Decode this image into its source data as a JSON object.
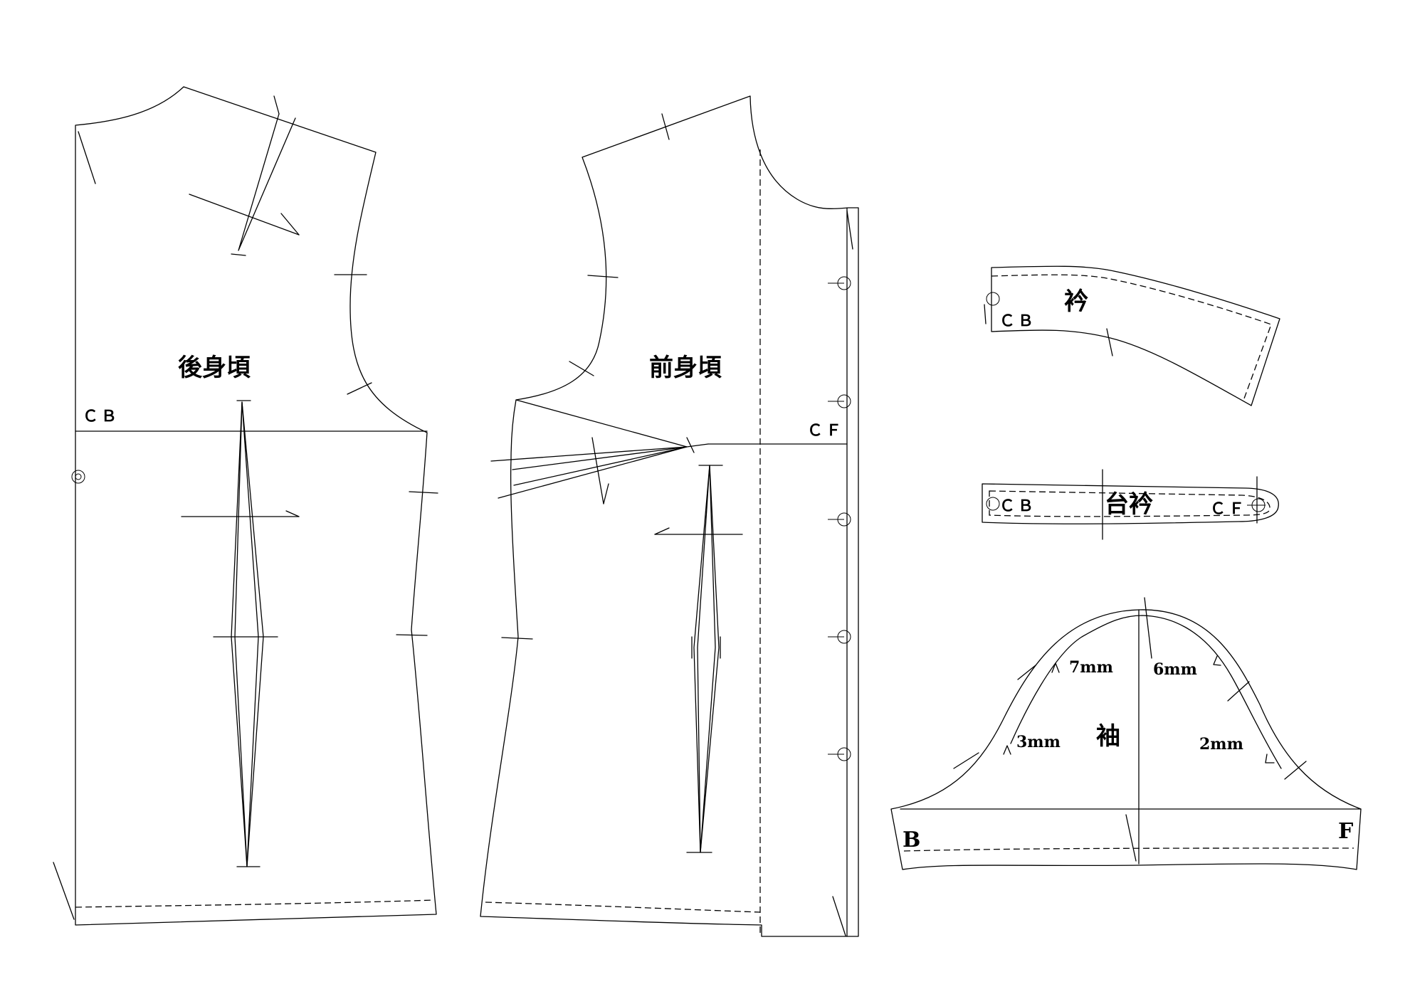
{
  "pieces": {
    "back_bodice": {
      "label": "後身頃",
      "cb": "ＣＢ"
    },
    "front_bodice": {
      "label": "前身頃",
      "cf": "ＣＦ"
    },
    "collar": {
      "label": "衿",
      "cb": "ＣＢ"
    },
    "collar_stand": {
      "label": "台衿",
      "cb": "ＣＢ",
      "cf": "ＣＦ"
    },
    "sleeve": {
      "label": "袖",
      "back": "B",
      "front": "F",
      "ease_back_upper": "7mm",
      "ease_front_upper": "6mm",
      "ease_back_lower": "3mm",
      "ease_front_lower": "2mm"
    }
  }
}
